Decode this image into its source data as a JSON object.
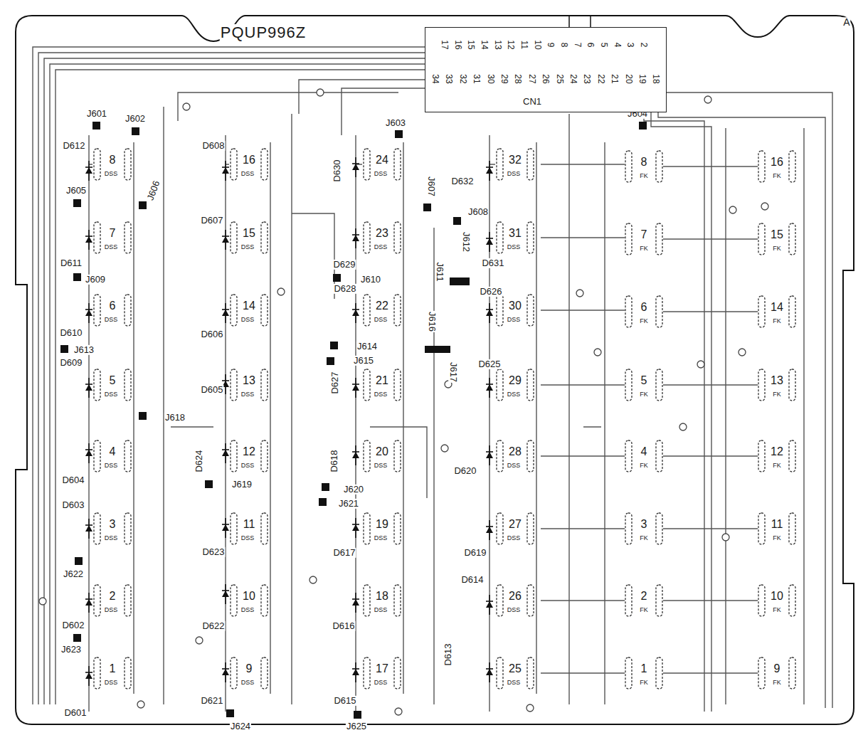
{
  "diagram": {
    "nodes": [
      {
        "text": [
          "17",
          "16",
          "15",
          "14",
          "13",
          "12",
          "11",
          "10",
          "9",
          "8",
          "7",
          "6",
          "5",
          "4",
          "3",
          "2",
          "34",
          "33",
          "32",
          "31",
          "30",
          "29",
          "28",
          "27",
          "26",
          "25",
          "24",
          "23",
          "22",
          "21",
          "20",
          "19",
          "18",
          "CN1"
        ]
      }
    ],
    "labels": [
      "PQUP996Z",
      "A",
      "8",
      "DSS",
      "7",
      "DSS",
      "6",
      "DSS",
      "5",
      "DSS",
      "4",
      "DSS",
      "3",
      "DSS",
      "2",
      "DSS",
      "1",
      "DSS",
      "16",
      "DSS",
      "15",
      "DSS",
      "14",
      "DSS",
      "13",
      "DSS",
      "12",
      "DSS",
      "11",
      "DSS",
      "10",
      "DSS",
      "9",
      "DSS",
      "24",
      "DSS",
      "23",
      "DSS",
      "22",
      "DSS",
      "21",
      "DSS",
      "20",
      "DSS",
      "19",
      "DSS",
      "18",
      "DSS",
      "17",
      "DSS",
      "32",
      "DSS",
      "31",
      "DSS",
      "30",
      "DSS",
      "29",
      "DSS",
      "28",
      "DSS",
      "27",
      "DSS",
      "26",
      "DSS",
      "25",
      "DSS",
      "8",
      "FK",
      "7",
      "FK",
      "6",
      "FK",
      "5",
      "FK",
      "4",
      "FK",
      "3",
      "FK",
      "2",
      "FK",
      "1",
      "FK",
      "16",
      "FK",
      "15",
      "FK",
      "14",
      "FK",
      "13",
      "FK",
      "12",
      "FK",
      "11",
      "FK",
      "10",
      "FK",
      "9",
      "FK",
      "D612",
      "D611",
      "D610",
      "D609",
      "D604",
      "D603",
      "D602",
      "D601",
      "D608",
      "D607",
      "D606",
      "D605",
      "D624",
      "D623",
      "D622",
      "D621",
      "D630",
      "D629",
      "D628",
      "D627",
      "D618",
      "D617",
      "D616",
      "D615",
      "D632",
      "D631",
      "D626",
      "D625",
      "D620",
      "D619",
      "D614",
      "D613",
      "J601",
      "J602",
      "J603",
      "J604",
      "J605",
      "J606",
      "J607",
      "J608",
      "J609",
      "J610",
      "J611",
      "J612",
      "J613",
      "J614",
      "J615",
      "J616",
      "J617",
      "J618",
      "J619",
      "J620",
      "J621",
      "J622",
      "J623",
      "J624",
      "J625"
    ]
  }
}
